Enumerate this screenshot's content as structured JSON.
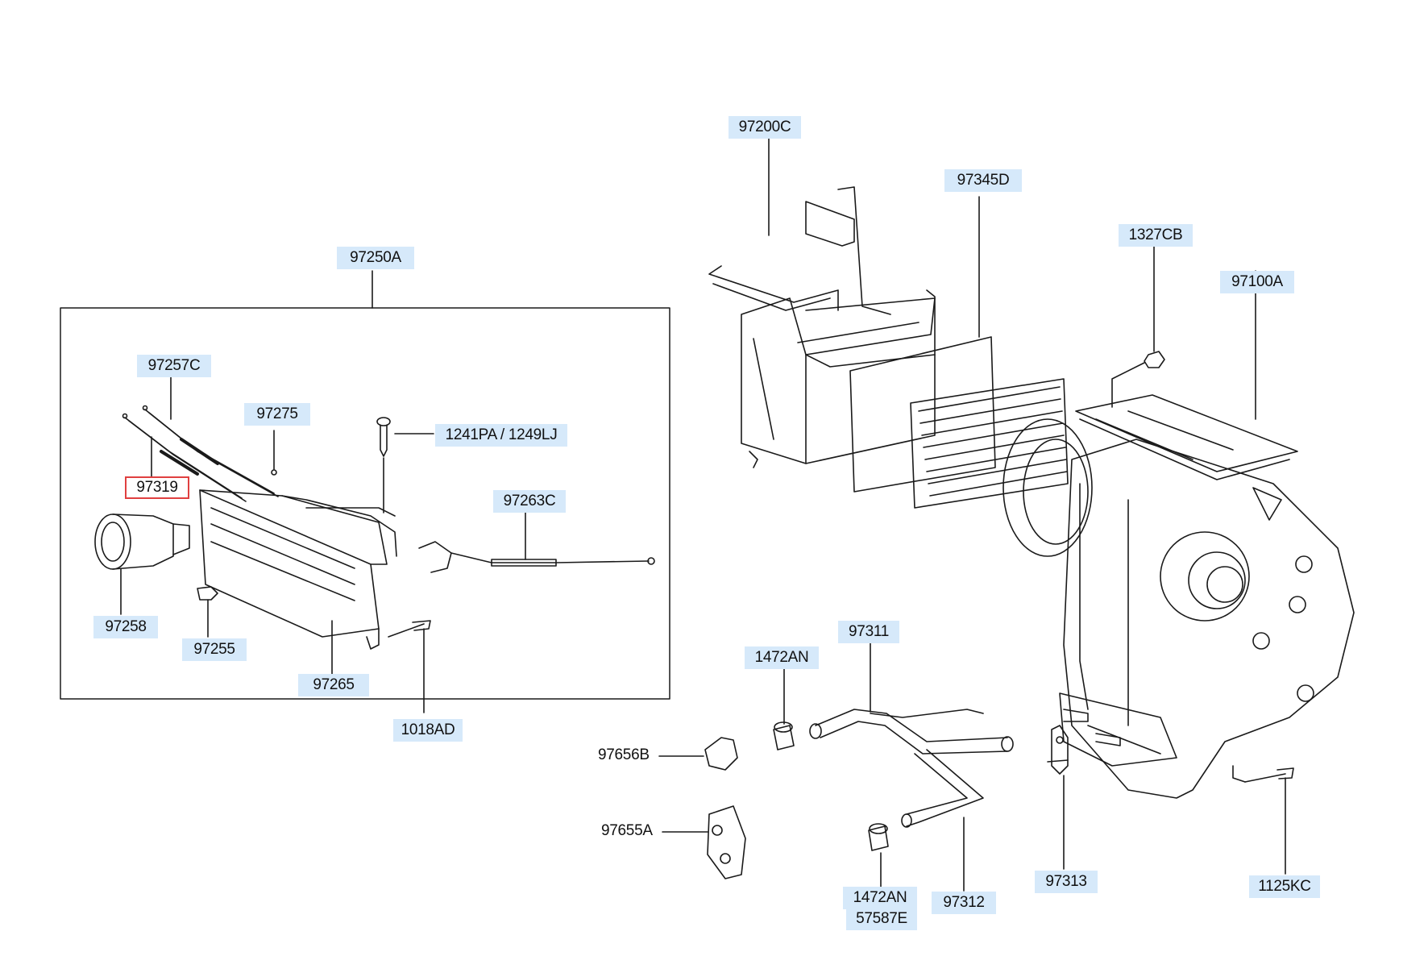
{
  "labels": {
    "p97200C": "97200C",
    "p97345D": "97345D",
    "p1327CB": "1327CB",
    "p97100A": "97100A",
    "p97250A": "97250A",
    "p97257C": "97257C",
    "p97275": "97275",
    "p1241PA": "1241PA / 1249LJ",
    "p97319": "97319",
    "p97263C": "97263C",
    "p97258": "97258",
    "p97255": "97255",
    "p97265": "97265",
    "p1018AD": "1018AD",
    "p1472AN_top": "1472AN",
    "p97311": "97311",
    "p97656B": "97656B",
    "p97655A": "97655A",
    "p1472AN_bottom": "1472AN",
    "p57587E": "57587E",
    "p97312": "97312",
    "p97313": "97313",
    "p1125KC": "1125KC"
  },
  "colors": {
    "label_bg": "#d6e9fa",
    "selected_border": "#e04040",
    "line": "#1a1a1a"
  }
}
